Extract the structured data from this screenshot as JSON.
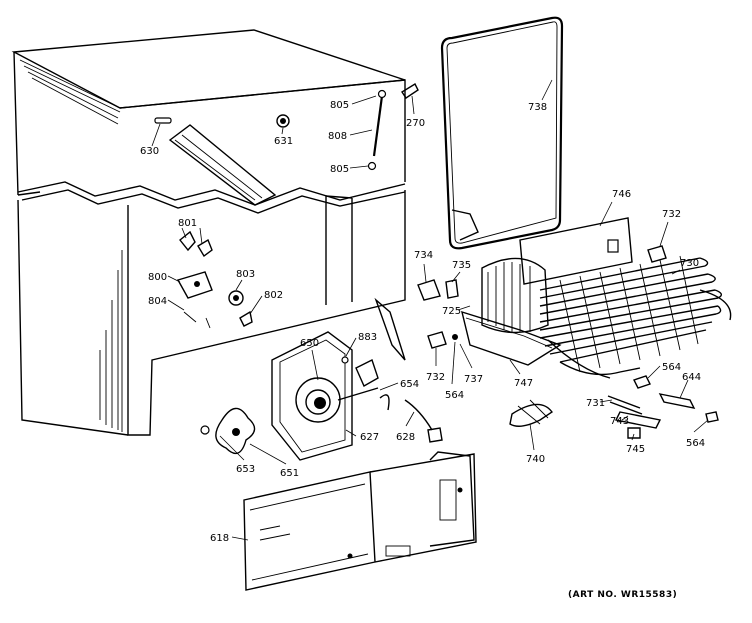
{
  "labels": {
    "l805a": "805",
    "l808": "808",
    "l805b": "805",
    "l270": "270",
    "l738": "738",
    "l630": "630",
    "l631": "631",
    "l801": "801",
    "l800": "800",
    "l803": "803",
    "l804": "804",
    "l802": "802",
    "l746": "746",
    "l732a": "732",
    "l734": "734",
    "l735": "735",
    "l730": "730",
    "l725": "725",
    "l650": "650",
    "l883": "883",
    "l732b": "732",
    "l564a": "564",
    "l737": "737",
    "l747": "747",
    "l654": "654",
    "l564b": "564",
    "l644": "644",
    "l731": "731",
    "l743": "743",
    "l745": "745",
    "l564c": "564",
    "l627": "627",
    "l628": "628",
    "l740": "740",
    "l653": "653",
    "l651": "651",
    "l618": "618"
  },
  "art_number": "(ART NO. WR15583)"
}
